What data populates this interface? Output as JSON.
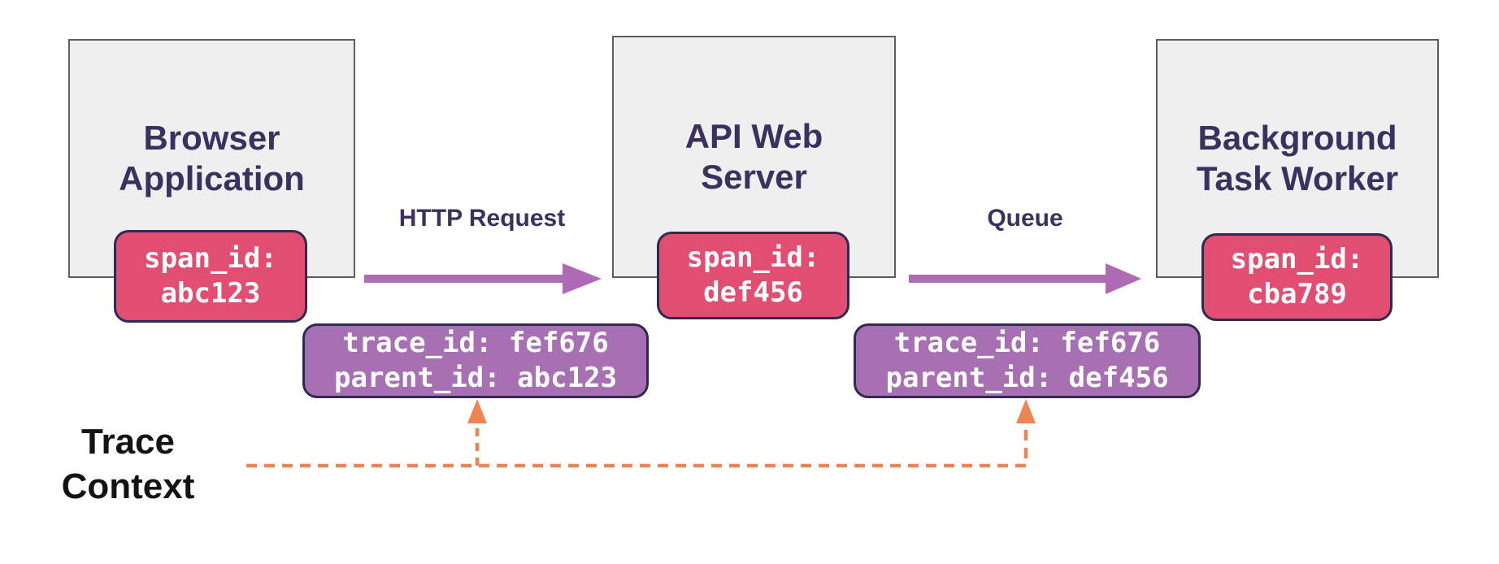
{
  "colors": {
    "node_fill": "#efeff0",
    "node_border": "#5e5e5e",
    "node_title": "#3b3160",
    "span_badge_fill": "#e24d72",
    "trace_box_fill": "#a770b2",
    "badge_border": "#2f2a52",
    "badge_text": "#ffffff",
    "flow_arrow": "#ae6bb4",
    "flow_label": "#3b3160",
    "trace_line": "#ee8450",
    "trace_label": "#131313"
  },
  "nodes": [
    {
      "title": "Browser Application",
      "span_label": "span_id:",
      "span_value": "abc123"
    },
    {
      "title": "API Web Server",
      "span_label": "span_id:",
      "span_value": "def456"
    },
    {
      "title": "Background Task Worker",
      "span_label": "span_id:",
      "span_value": "cba789"
    }
  ],
  "flows": [
    {
      "label": "HTTP Request"
    },
    {
      "label": "Queue"
    }
  ],
  "trace_boxes": [
    {
      "trace_id_line": "trace_id: fef676",
      "parent_id_line": "parent_id: abc123"
    },
    {
      "trace_id_line": "trace_id: fef676",
      "parent_id_line": "parent_id: def456"
    }
  ],
  "trace_context": {
    "label": "Trace Context"
  }
}
